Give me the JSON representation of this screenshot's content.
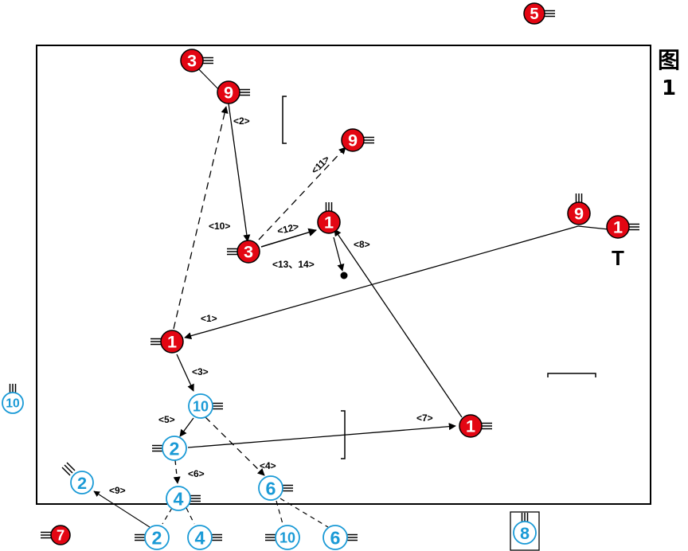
{
  "figure": {
    "char": "图",
    "number": "1"
  },
  "colors": {
    "attack": "#e30613",
    "defense": "#1a9ad6",
    "defense_fill": "#ffffff",
    "line": "#000000"
  },
  "players": [
    {
      "id": "r5-top",
      "team": "attack",
      "num": "5"
    },
    {
      "id": "r3-top",
      "team": "attack",
      "num": "3"
    },
    {
      "id": "r9-top",
      "team": "attack",
      "num": "9"
    },
    {
      "id": "r9-mid",
      "team": "attack",
      "num": "9"
    },
    {
      "id": "r3-mid",
      "team": "attack",
      "num": "3"
    },
    {
      "id": "r1-mid",
      "team": "attack",
      "num": "1"
    },
    {
      "id": "r9-right",
      "team": "attack",
      "num": "9"
    },
    {
      "id": "r1-right",
      "team": "attack",
      "num": "1"
    },
    {
      "id": "r1-left",
      "team": "attack",
      "num": "1"
    },
    {
      "id": "r1-lowright",
      "team": "attack",
      "num": "1"
    },
    {
      "id": "r7-bottom",
      "team": "attack",
      "num": "7"
    },
    {
      "id": "b10-left",
      "team": "defense",
      "num": "10"
    },
    {
      "id": "b10-mid",
      "team": "defense",
      "num": "10"
    },
    {
      "id": "b2-mid",
      "team": "defense",
      "num": "2"
    },
    {
      "id": "b4-mid",
      "team": "defense",
      "num": "4"
    },
    {
      "id": "b6-mid",
      "team": "defense",
      "num": "6"
    },
    {
      "id": "b2-left",
      "team": "defense",
      "num": "2"
    },
    {
      "id": "b2-bottom",
      "team": "defense",
      "num": "2"
    },
    {
      "id": "b4-bottom",
      "team": "defense",
      "num": "4"
    },
    {
      "id": "b10-bottom",
      "team": "defense",
      "num": "10"
    },
    {
      "id": "b6-bottom",
      "team": "defense",
      "num": "6"
    },
    {
      "id": "b8-boxed",
      "team": "defense",
      "num": "8"
    }
  ],
  "arrow_labels": {
    "a1": "<1>",
    "a2": "<2>",
    "a3": "<3>",
    "a4": "<4>",
    "a5": "<5>",
    "a6": "<6>",
    "a7": "<7>",
    "a8": "<8>",
    "a9": "<9>",
    "a10": "<10>",
    "a11": "<11>",
    "a12": "<12>",
    "a13": "<13、14>"
  },
  "marker_letter": "T"
}
